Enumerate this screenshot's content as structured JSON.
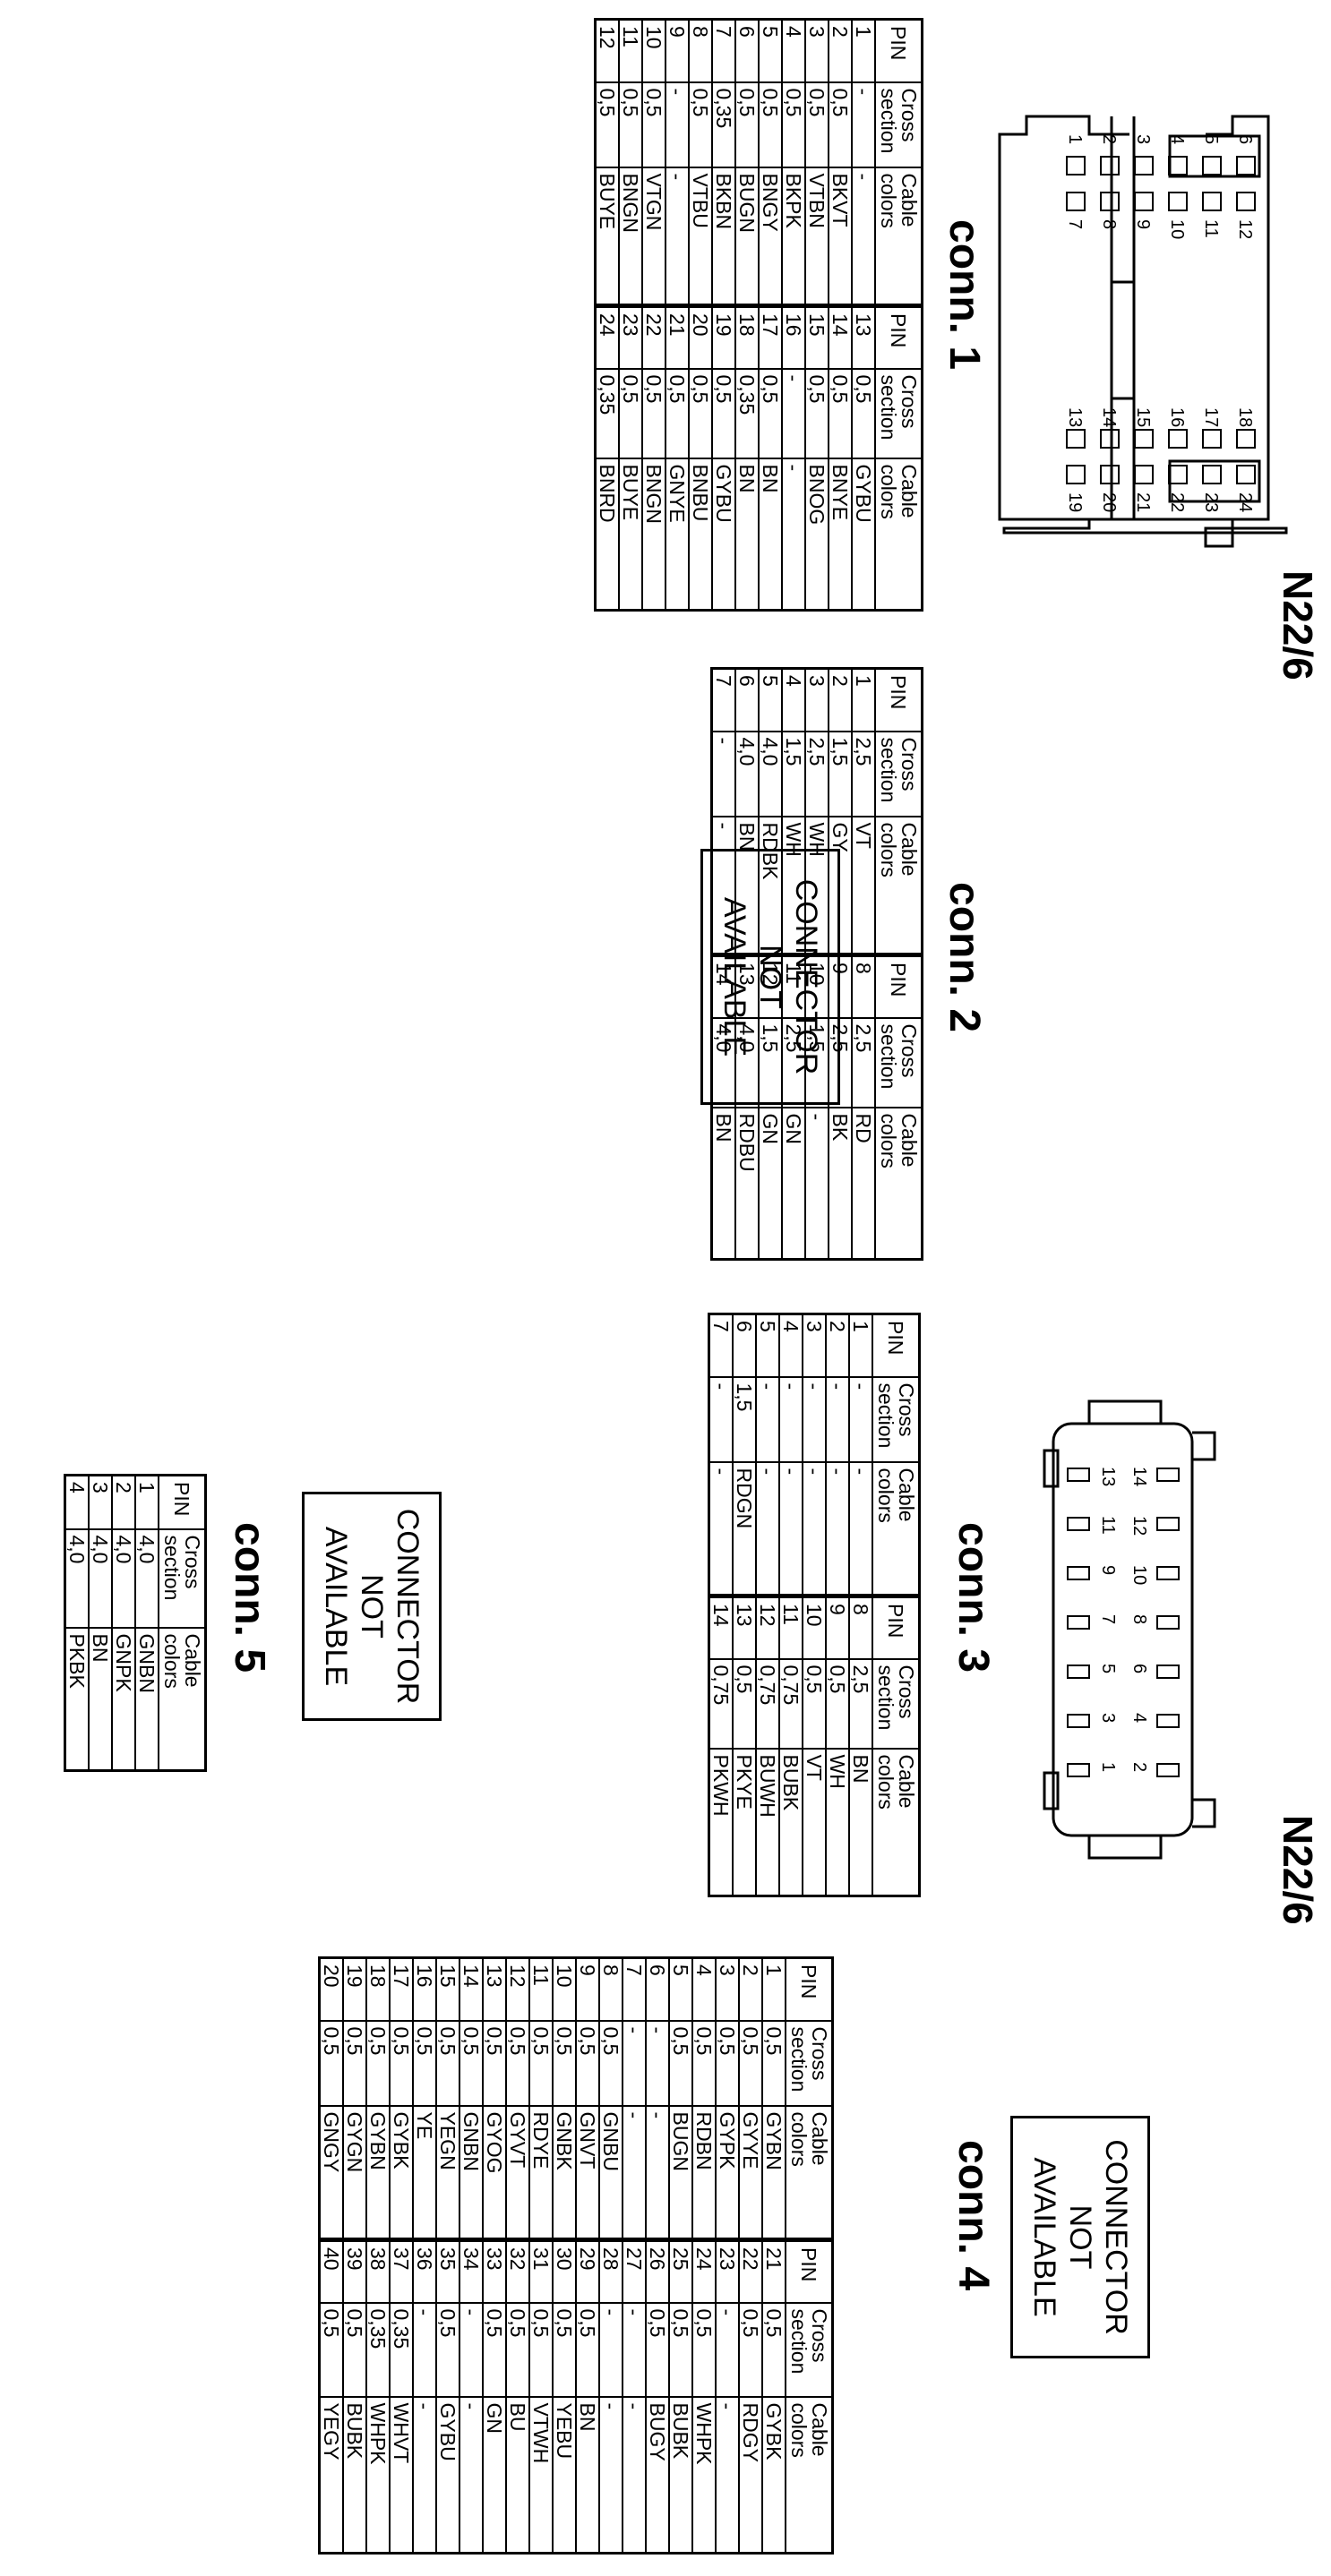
{
  "diagram_ids": {
    "top": "N22/6",
    "bottom": "N22/6"
  },
  "not_available_text": [
    "CONNECTOR",
    "NOT",
    "AVAILABLE"
  ],
  "headers": {
    "pin": "PIN",
    "cross": [
      "Cross",
      "section"
    ],
    "colors": [
      "Cable",
      "colors"
    ]
  },
  "connector_pins_1": {
    "left": [
      "12",
      "11",
      "10",
      "9",
      "8",
      "7"
    ],
    "right": [
      "6",
      "5",
      "4",
      "3",
      "2",
      "1"
    ],
    "bottom_left": [
      "24",
      "23",
      "22",
      "21",
      "20",
      "19"
    ],
    "bottom_right": [
      "18",
      "17",
      "16",
      "15",
      "14",
      "13"
    ]
  },
  "connector_pins_3": {
    "top": [
      "14",
      "13",
      "12",
      "11",
      "10",
      "9",
      "8",
      "7",
      "6",
      "5",
      "4",
      "3",
      "2",
      "1"
    ]
  },
  "conn1": {
    "title": "conn. 1",
    "rows": [
      [
        "1",
        "-",
        "-",
        "13",
        "0,5",
        "GYBU"
      ],
      [
        "2",
        "0,5",
        "BKVT",
        "14",
        "0,5",
        "BNYE"
      ],
      [
        "3",
        "0,5",
        "VTBN",
        "15",
        "0,5",
        "BNOG"
      ],
      [
        "4",
        "0,5",
        "BKPK",
        "16",
        "-",
        "-"
      ],
      [
        "5",
        "0,5",
        "BNGY",
        "17",
        "0,5",
        "BN"
      ],
      [
        "6",
        "0,5",
        "BUGN",
        "18",
        "0,35",
        "BN"
      ],
      [
        "7",
        "0,35",
        "BKBN",
        "19",
        "0,5",
        "GYBU"
      ],
      [
        "8",
        "0,5",
        "VTBU",
        "20",
        "0,5",
        "BNBU"
      ],
      [
        "9",
        "-",
        "-",
        "21",
        "0,5",
        "GNYE"
      ],
      [
        "10",
        "0,5",
        "VTGN",
        "22",
        "0,5",
        "BNGN"
      ],
      [
        "11",
        "0,5",
        "BNGN",
        "23",
        "0,5",
        "BUYE"
      ],
      [
        "12",
        "0,5",
        "BUYE",
        "24",
        "0,35",
        "BNRD"
      ]
    ]
  },
  "conn2": {
    "title": "conn. 2",
    "rows": [
      [
        "1",
        "2,5",
        "VT",
        "8",
        "2,5",
        "RD"
      ],
      [
        "2",
        "1,5",
        "GY",
        "9",
        "2,5",
        "BK"
      ],
      [
        "3",
        "2,5",
        "WH",
        "10",
        "1,5",
        "-"
      ],
      [
        "4",
        "1,5",
        "WH",
        "11",
        "2,5",
        "GN"
      ],
      [
        "5",
        "4,0",
        "RDBK",
        "12",
        "1,5",
        "GN"
      ],
      [
        "6",
        "4,0",
        "BN",
        "13",
        "4,0",
        "RDBU"
      ],
      [
        "7",
        "-",
        "-",
        "14",
        "4,0",
        "BN"
      ]
    ]
  },
  "conn3": {
    "title": "conn. 3",
    "rows": [
      [
        "1",
        "-",
        "-",
        "8",
        "2,5",
        "BN"
      ],
      [
        "2",
        "-",
        "-",
        "9",
        "0,5",
        "WH"
      ],
      [
        "3",
        "-",
        "-",
        "10",
        "0,5",
        "VT"
      ],
      [
        "4",
        "-",
        "-",
        "11",
        "0,75",
        "BUBK"
      ],
      [
        "5",
        "-",
        "-",
        "12",
        "0,75",
        "BUWH"
      ],
      [
        "6",
        "1,5",
        "RDGN",
        "13",
        "0,5",
        "PKYE"
      ],
      [
        "7",
        "-",
        "-",
        "14",
        "0,75",
        "PKWH"
      ]
    ]
  },
  "conn4": {
    "title": "conn. 4",
    "rows": [
      [
        "1",
        "0,5",
        "GYBN",
        "21",
        "0,5",
        "GYBK"
      ],
      [
        "2",
        "0,5",
        "GYYE",
        "22",
        "0,5",
        "RDGY"
      ],
      [
        "3",
        "0,5",
        "GYPK",
        "23",
        "-",
        "-"
      ],
      [
        "4",
        "0,5",
        "RDBN",
        "24",
        "0,5",
        "WHPK"
      ],
      [
        "5",
        "0,5",
        "BUGN",
        "25",
        "0,5",
        "BUBK"
      ],
      [
        "6",
        "-",
        "-",
        "26",
        "0,5",
        "BUGY"
      ],
      [
        "7",
        "-",
        "-",
        "27",
        "-",
        "-"
      ],
      [
        "8",
        "0,5",
        "GNBU",
        "28",
        "-",
        "-"
      ],
      [
        "9",
        "0,5",
        "GNVT",
        "29",
        "0,5",
        "BN"
      ],
      [
        "10",
        "0,5",
        "GNBK",
        "30",
        "0,5",
        "YEBU"
      ],
      [
        "11",
        "0,5",
        "RDYE",
        "31",
        "0,5",
        "VTWH"
      ],
      [
        "12",
        "0,5",
        "GYVT",
        "32",
        "0,5",
        "BU"
      ],
      [
        "13",
        "0,5",
        "GYOG",
        "33",
        "0,5",
        "GN"
      ],
      [
        "14",
        "0,5",
        "GNBN",
        "34",
        "-",
        "-"
      ],
      [
        "15",
        "0,5",
        "YEGN",
        "35",
        "0,5",
        "GYBU"
      ],
      [
        "16",
        "0,5",
        "YE",
        "36",
        "-",
        "-"
      ],
      [
        "17",
        "0,5",
        "GYBK",
        "37",
        "0,35",
        "WHVT"
      ],
      [
        "18",
        "0,5",
        "GYBN",
        "38",
        "0,35",
        "WHPK"
      ],
      [
        "19",
        "0,5",
        "GYGN",
        "39",
        "0,5",
        "BUBK"
      ],
      [
        "20",
        "0,5",
        "GNGY",
        "40",
        "0,5",
        "YEGY"
      ]
    ]
  },
  "conn5": {
    "title": "conn. 5",
    "rows": [
      [
        "1",
        "4,0",
        "GNBN"
      ],
      [
        "2",
        "4,0",
        "GNPK"
      ],
      [
        "3",
        "4,0",
        "BN"
      ],
      [
        "4",
        "4,0",
        "PKBK"
      ]
    ]
  }
}
